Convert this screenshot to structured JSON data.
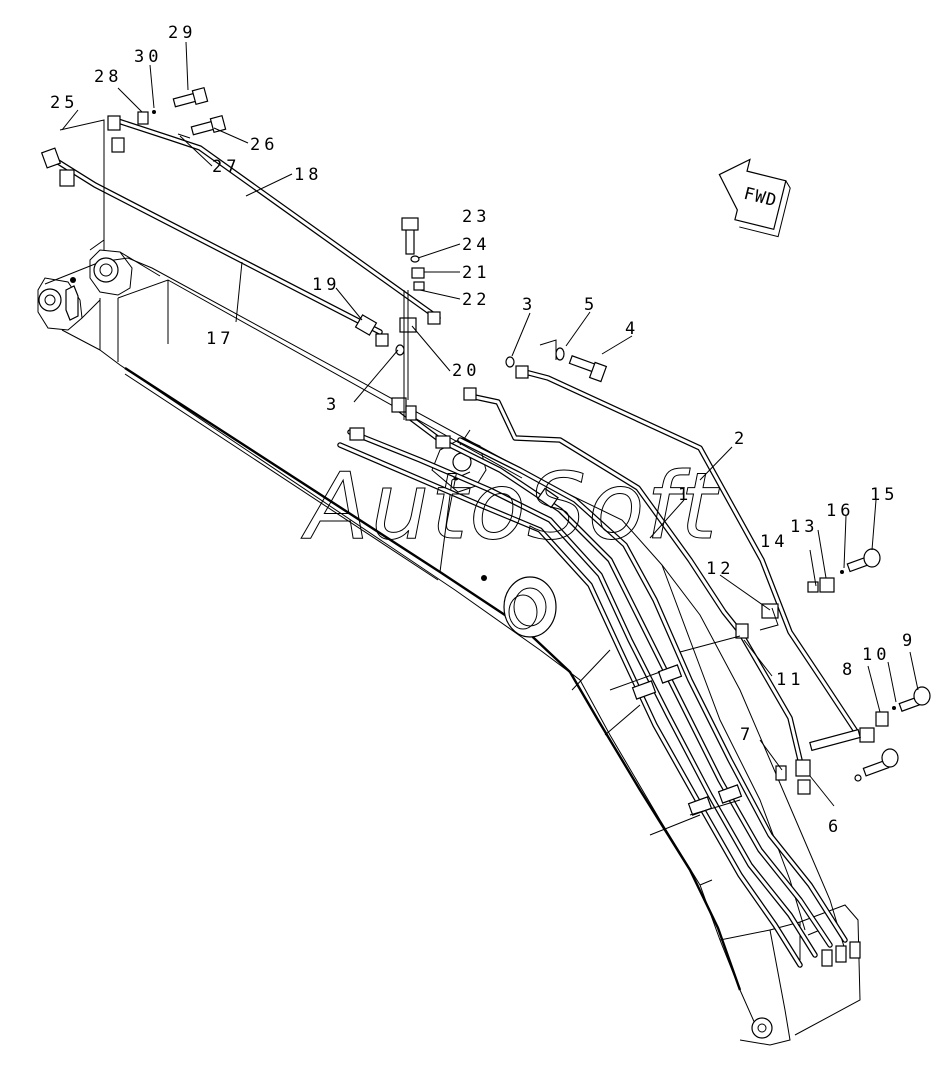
{
  "diagram": {
    "watermark": "AutoSoft",
    "direction_label": "FWD",
    "part_labels": {
      "p1": "1",
      "p2": "2",
      "p3a": "3",
      "p3b": "3",
      "p4": "4",
      "p5": "5",
      "p6": "6",
      "p7": "7",
      "p8": "8",
      "p9": "9",
      "p10": "10",
      "p11": "11",
      "p12": "12",
      "p13": "13",
      "p14": "14",
      "p15": "15",
      "p16": "16",
      "p17": "17",
      "p18": "18",
      "p19": "19",
      "p20": "20",
      "p21": "21",
      "p22": "22",
      "p23": "23",
      "p24": "24",
      "p25": "25",
      "p26": "26",
      "p27": "27",
      "p28": "28",
      "p29": "29",
      "p30": "30"
    }
  }
}
